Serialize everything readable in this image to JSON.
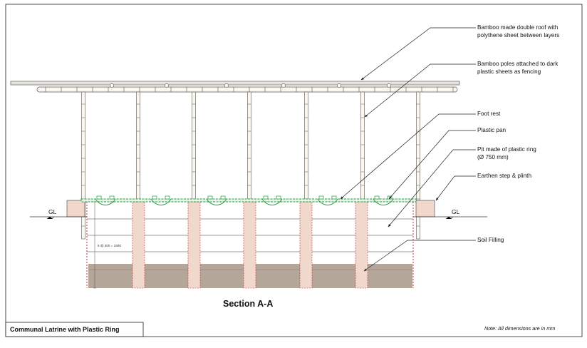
{
  "drawing": {
    "section_title": "Section A-A",
    "caption": "Communal Latrine with Plastic Ring",
    "note": "Note: All dimensions are in mm",
    "ground_label_left": "GL",
    "ground_label_right": "GL",
    "dimension_text": "5 @ 300 = 1500"
  },
  "callouts": [
    {
      "line1": "Bamboo made double roof with",
      "line2": "polythene sheet between layers"
    },
    {
      "line1": "Bamboo poles attached to dark",
      "line2": "plastic sheets as fencing"
    },
    {
      "line1": "Foot rest",
      "line2": ""
    },
    {
      "line1": "Plastic pan",
      "line2": ""
    },
    {
      "line1": "Pit made of plastic ring",
      "line2": "(Ø 750 mm)"
    },
    {
      "line1": "Earthen step & plinth",
      "line2": ""
    },
    {
      "line1": "Soil Filling",
      "line2": ""
    }
  ],
  "colors": {
    "soil": "#b5a69a",
    "plinth": "#f0d9cc",
    "pan_green": "#1f9a3c",
    "ring_red": "#cc2b2b",
    "line": "#333333"
  }
}
